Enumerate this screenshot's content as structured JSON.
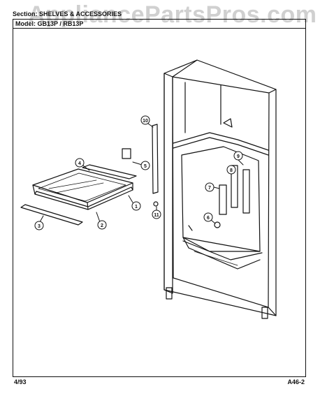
{
  "watermark": "AppliancePartsPros.com",
  "header": {
    "section": "Section: SHELVES & ACCESSORIES",
    "model": "Model: GB13P / RB13P"
  },
  "footer": {
    "date": "4/93",
    "page_code": "A46-2"
  },
  "callouts": [
    "1",
    "2",
    "3",
    "4",
    "5",
    "6",
    "7",
    "8",
    "9",
    "10",
    "11"
  ]
}
